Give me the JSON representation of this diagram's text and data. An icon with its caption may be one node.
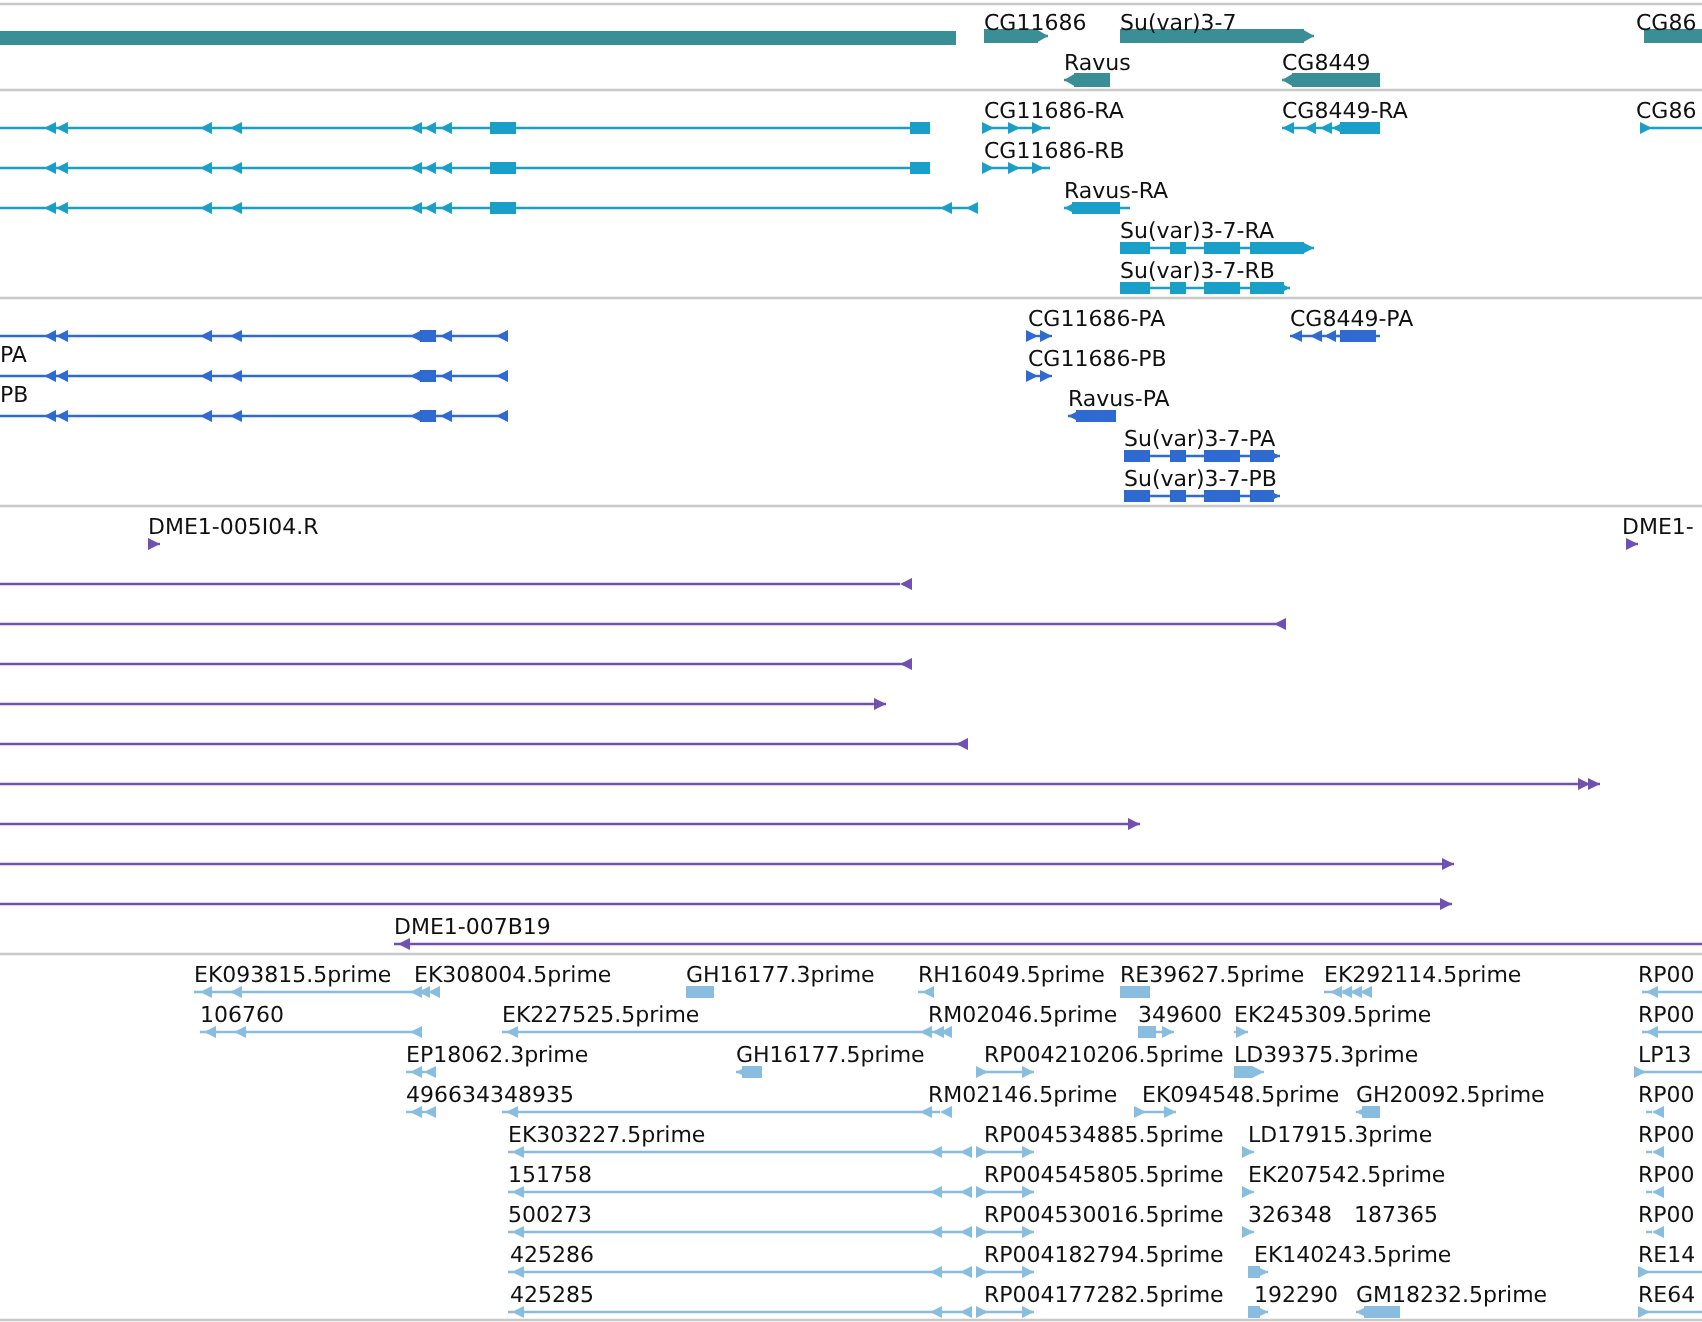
{
  "diagram": {
    "labels": [
      "CG11686",
      "Su(var)3-7",
      "CG86",
      "Ravus",
      "CG8449",
      "CG11686-RA",
      "CG8449-RA",
      "CG86",
      "CG11686-RB",
      "Ravus-RA",
      "Su(var)3-7-RA",
      "Su(var)3-7-RB",
      "CG11686-PA",
      "CG8449-PA",
      "PA",
      "CG11686-PB",
      "PB",
      "Ravus-PA",
      "Su(var)3-7-PA",
      "Su(var)3-7-PB",
      "DME1-005I04.R",
      "DME1-",
      "DME1-007B19",
      "EK093815.5prime",
      "EK308004.5prime",
      "GH16177.3prime",
      "RH16049.5prime",
      "RE39627.5prime",
      "EK292114.5prime",
      "RP00",
      "106760",
      "EK227525.5prime",
      "RM02046.5prime",
      "349600",
      "EK245309.5prime",
      "RP00",
      "EP18062.3prime",
      "GH16177.5prime",
      "RP004210206.5prime",
      "LD39375.3prime",
      "LP13",
      "496634348935",
      "RM02146.5prime",
      "EK094548.5prime",
      "GH20092.5prime",
      "RP00",
      "EK303227.5prime",
      "RP004534885.5prime",
      "LD17915.3prime",
      "RP00",
      "151758",
      "RP004545805.5prime",
      "EK207542.5prime",
      "RP00",
      "500273",
      "RP004530016.5prime",
      "326348",
      "187365",
      "RP00",
      "425286",
      "RP004182794.5prime",
      "EK140243.5prime",
      "RE14",
      "425285",
      "RP004177282.5prime",
      "192290",
      "GM18232.5prime",
      "RE64"
    ]
  }
}
